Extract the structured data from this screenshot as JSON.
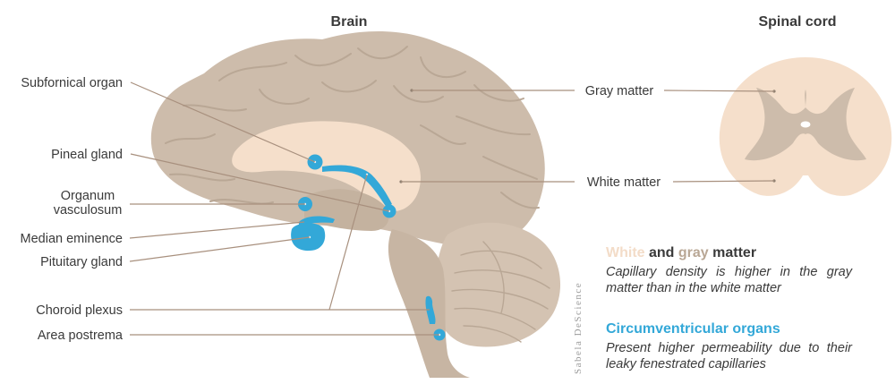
{
  "titles": {
    "brain": "Brain",
    "spinal_cord": "Spinal cord"
  },
  "labels": {
    "subfornical_organ": "Subfornical organ",
    "pineal_gland": "Pineal gland",
    "organum_line1": "Organum",
    "organum_line2": "vasculosum",
    "median_eminence": "Median eminence",
    "pituitary_gland": "Pituitary gland",
    "choroid_plexus": "Choroid plexus",
    "area_postrema": "Area postrema",
    "gray_matter": "Gray matter",
    "white_matter": "White matter"
  },
  "legend": {
    "matter_white": "White",
    "matter_and": " and ",
    "matter_gray": "gray",
    "matter_rest": " matter",
    "matter_desc": "Capillary density is higher in the gray matter than in the white matter",
    "cvo_title": "Circumventricular organs",
    "cvo_desc": "Present higher permeability due to their leaky fenestrated capillaries"
  },
  "credit": "Sabela DeScience",
  "colors": {
    "gray_matter": "#cdbcab",
    "gray_matter_dark": "#b9a795",
    "white_matter": "#f5dfcb",
    "cvo_blue": "#33a8d8",
    "text": "#3a3a3a"
  }
}
